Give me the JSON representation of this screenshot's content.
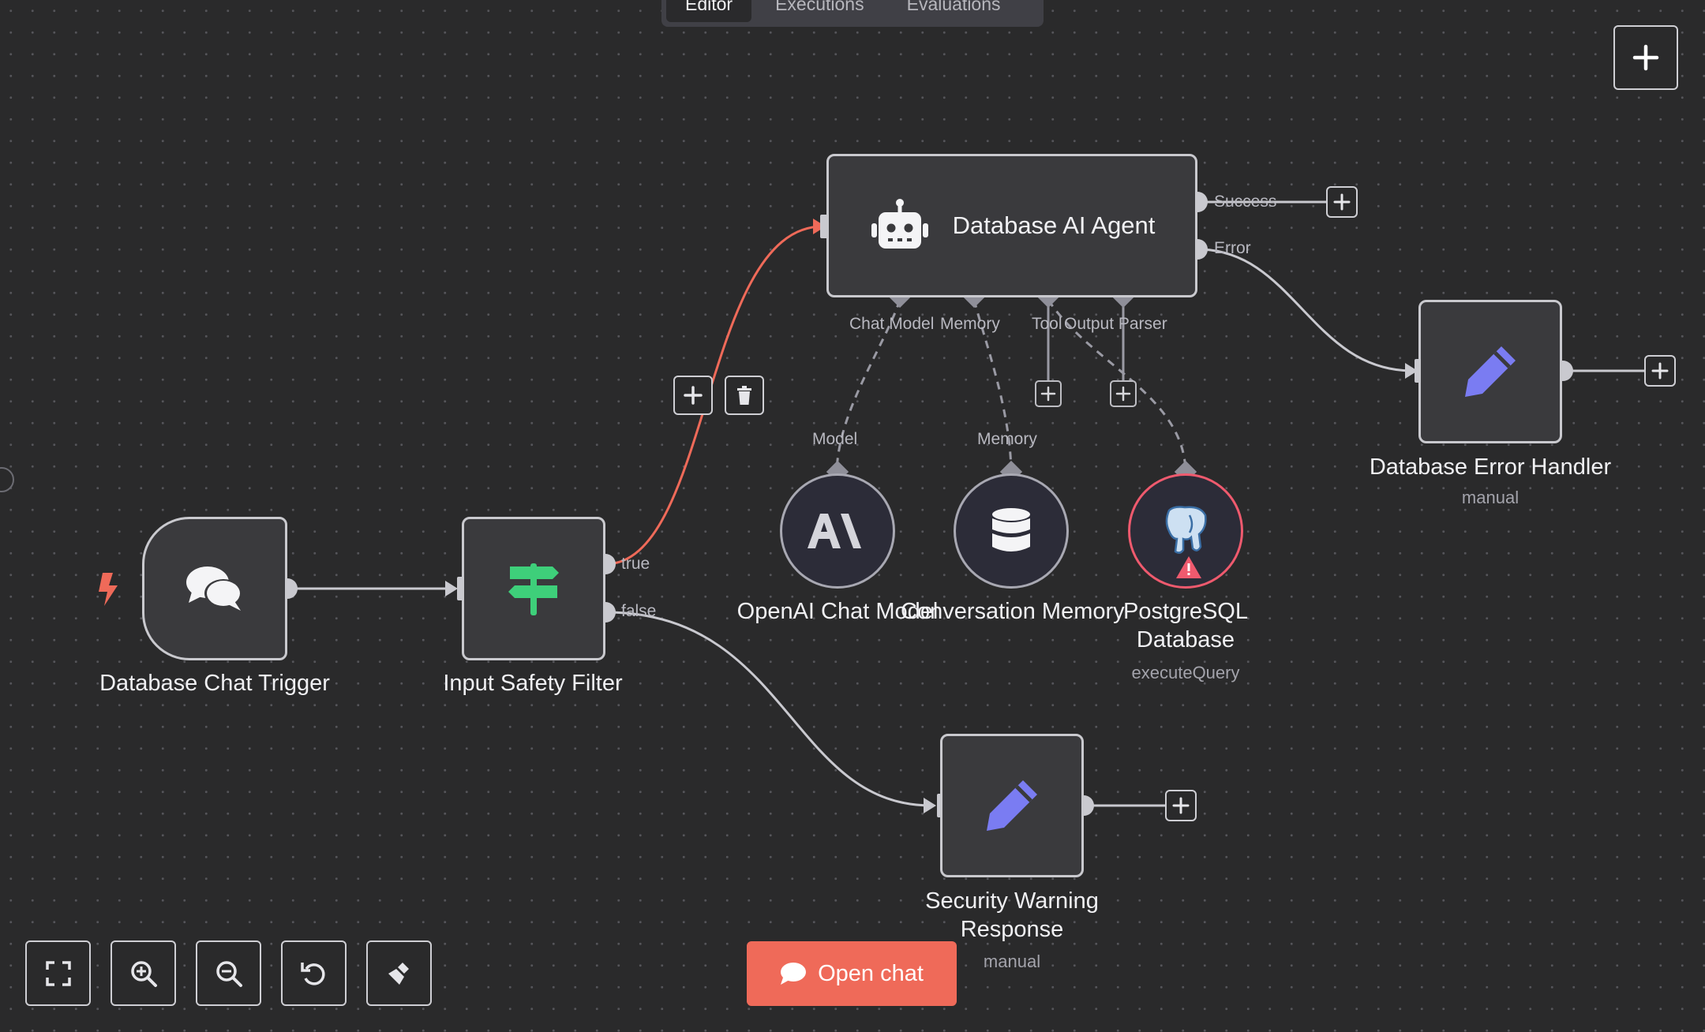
{
  "tabs": [
    {
      "label": "Editor",
      "active": true
    },
    {
      "label": "Executions",
      "active": false
    },
    {
      "label": "Evaluations",
      "active": false
    }
  ],
  "nodes": {
    "chat_trigger": {
      "title": "Database Chat Trigger",
      "icon": "chat-bubbles-icon"
    },
    "safety_filter": {
      "title": "Input Safety Filter",
      "icon": "signpost-icon",
      "outputs": [
        "true",
        "false"
      ]
    },
    "agent": {
      "title": "Database AI Agent",
      "icon": "robot-icon",
      "outputs": [
        "Success",
        "Error"
      ],
      "inputs": [
        "Chat Model",
        "Memory",
        "Tool",
        "Output Parser"
      ]
    },
    "openai": {
      "title": "OpenAI Chat Model",
      "icon": "anthropic-logo-icon",
      "port": "Model"
    },
    "memory": {
      "title": "Conversation Memory",
      "icon": "database-stack-icon",
      "port": "Memory"
    },
    "postgres": {
      "title": "PostgreSQL Database",
      "subtitle": "executeQuery",
      "icon": "postgres-elephant-icon",
      "warning": true
    },
    "error_handler": {
      "title": "Database Error Handler",
      "subtitle": "manual",
      "icon": "pencil-icon"
    },
    "security_warning": {
      "title": "Security Warning Response",
      "subtitle": "manual",
      "icon": "pencil-icon"
    }
  },
  "controls": {
    "open_chat_label": "Open chat",
    "buttons": [
      "fit-view-icon",
      "zoom-in-icon",
      "zoom-out-icon",
      "reset-zoom-icon",
      "tidy-up-icon"
    ]
  },
  "colors": {
    "canvas": "#2a2a2b",
    "active_edge": "#ef6a59",
    "accent_green": "#3ecf7a",
    "pencil_purple": "#7a7cf2",
    "warning_red": "#ef5a6e"
  }
}
